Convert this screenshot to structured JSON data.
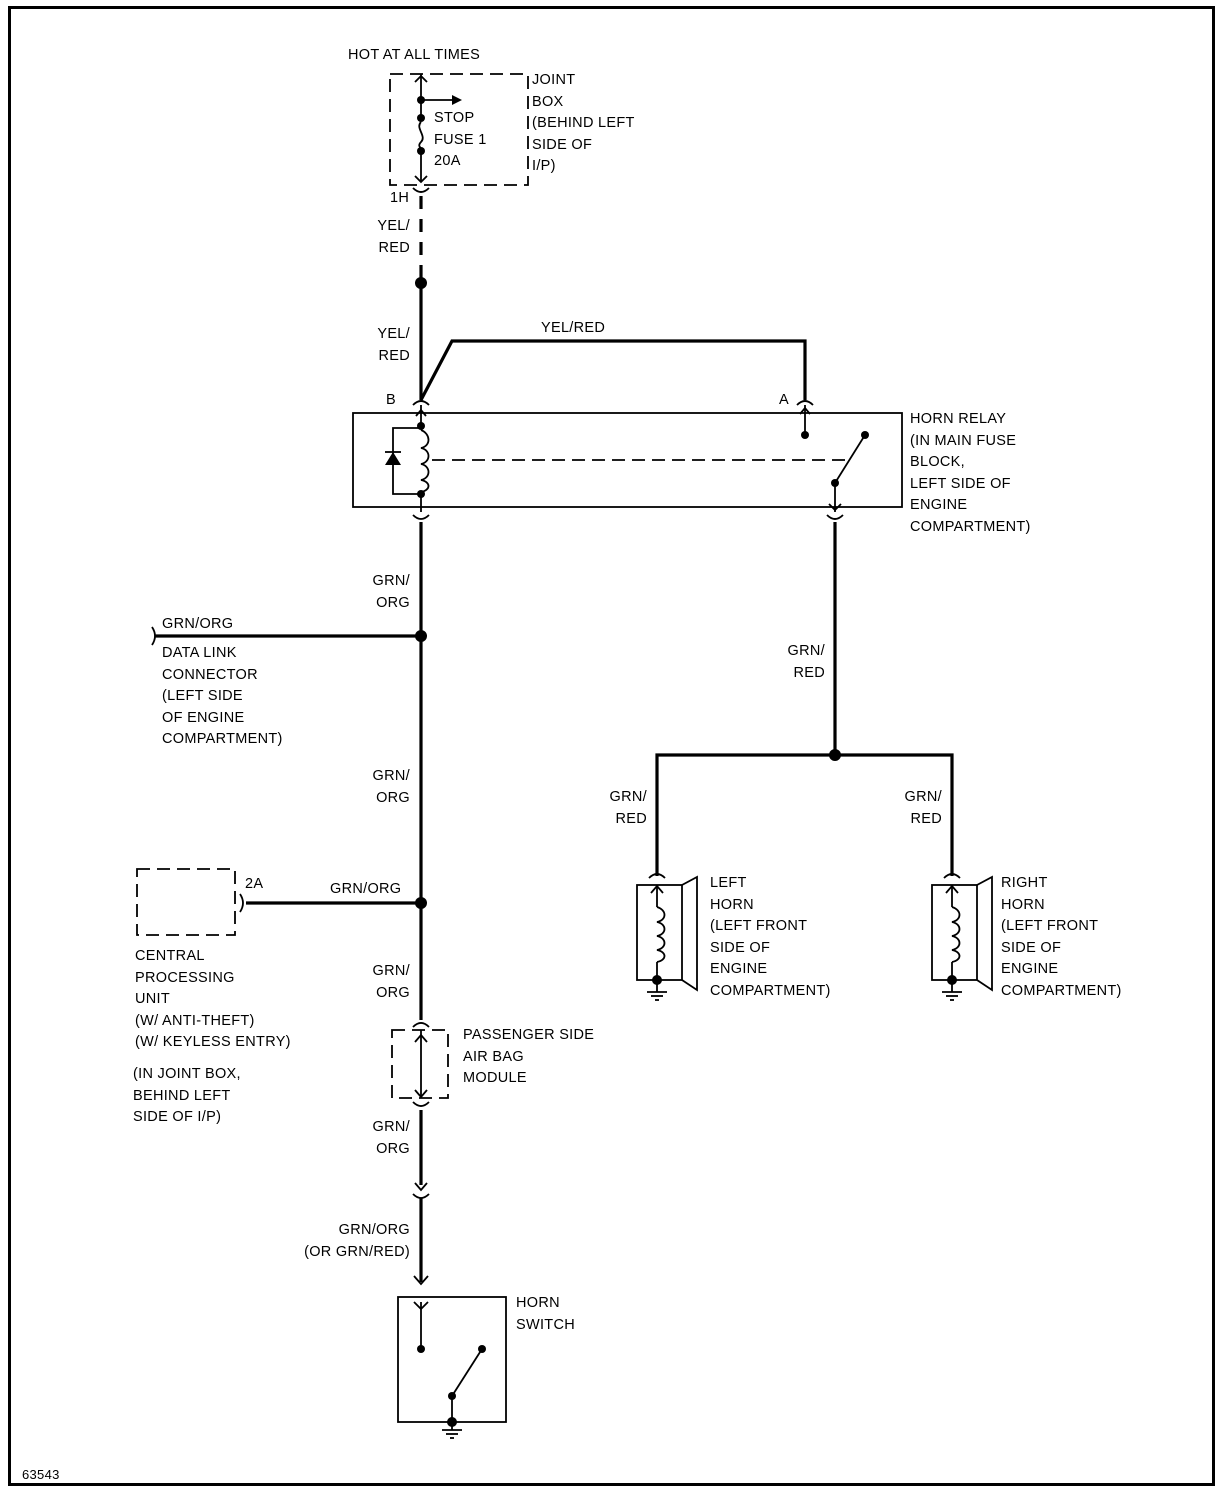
{
  "fuse": {
    "supply": "HOT AT ALL TIMES",
    "name_lines": [
      "STOP",
      "FUSE 1",
      "20A"
    ],
    "location_lines": [
      "JOINT",
      "BOX",
      "(BEHIND LEFT",
      "SIDE OF",
      "I/P)"
    ],
    "pin": "1H"
  },
  "wires": {
    "yel_red_1": [
      "YEL/",
      "RED"
    ],
    "yel_red_2": [
      "YEL/",
      "RED"
    ],
    "yel_red_top": "YEL/RED",
    "grn_org_1": [
      "GRN/",
      "ORG"
    ],
    "dlc_wire": "GRN/ORG",
    "grn_org_2": [
      "GRN/",
      "ORG"
    ],
    "cpu_wire": "GRN/ORG",
    "grn_org_3": [
      "GRN/",
      "ORG"
    ],
    "grn_org_4": [
      "GRN/",
      "ORG"
    ],
    "switch_wire": [
      "GRN/ORG",
      "(OR GRN/RED)"
    ],
    "grn_red_main": [
      "GRN/",
      "RED"
    ],
    "grn_red_left": [
      "GRN/",
      "RED"
    ],
    "grn_red_right": [
      "GRN/",
      "RED"
    ]
  },
  "relay": {
    "pin_b": "B",
    "pin_a": "A",
    "label_lines": [
      "HORN RELAY",
      "(IN MAIN FUSE",
      "BLOCK,",
      "LEFT SIDE OF",
      "ENGINE",
      "COMPARTMENT)"
    ]
  },
  "dlc": {
    "label_lines": [
      "DATA LINK",
      "CONNECTOR",
      "(LEFT SIDE",
      "OF ENGINE",
      "COMPARTMENT)"
    ]
  },
  "cpu": {
    "pin": "2A",
    "label_lines": [
      "CENTRAL",
      "PROCESSING",
      "UNIT",
      "(W/ ANTI-THEFT)",
      "(W/ KEYLESS ENTRY)"
    ],
    "location_lines": [
      "(IN JOINT BOX,",
      "BEHIND LEFT",
      "SIDE OF I/P)"
    ]
  },
  "airbag": {
    "label_lines": [
      "PASSENGER SIDE",
      "AIR BAG",
      "MODULE"
    ]
  },
  "horn_switch": {
    "label_lines": [
      "HORN",
      "SWITCH"
    ]
  },
  "left_horn": {
    "label_lines": [
      "LEFT",
      "HORN",
      "(LEFT FRONT",
      "SIDE OF",
      "ENGINE",
      "COMPARTMENT)"
    ]
  },
  "right_horn": {
    "label_lines": [
      "RIGHT",
      "HORN",
      "(LEFT FRONT",
      "SIDE OF",
      "ENGINE",
      "COMPARTMENT)"
    ]
  },
  "figure_id": "63543"
}
